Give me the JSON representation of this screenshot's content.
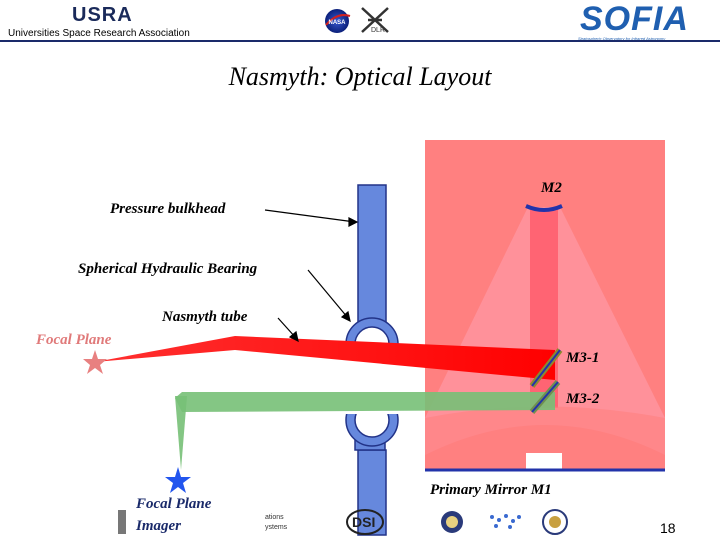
{
  "header": {
    "usra_logo": "USRA",
    "usra_subtitle": "Universities Space Research Association",
    "dlr_label": "DLR",
    "sofia_logo": "SOFIA",
    "sofia_subtitle": "Stratospheric Observatory for Infrared Astronomy"
  },
  "title": "Nasmyth: Optical Layout",
  "labels": {
    "m2": "M2",
    "pressure_bulkhead": "Pressure bulkhead",
    "spherical_bearing": "Spherical Hydraulic Bearing",
    "nasmyth_tube": "Nasmyth tube",
    "focal_plane": "Focal Plane",
    "m3_1": "M3-1",
    "m3_2": "M3-2",
    "focal_plane_imager_line1": "Focal Plane",
    "focal_plane_imager_line2": "Imager",
    "primary_mirror": "Primary Mirror   M1"
  },
  "footer": {
    "partner_text_line1": "ations",
    "partner_text_line2": "ystems",
    "dsi_logo": "DSI",
    "page_number": "18"
  },
  "colors": {
    "telescope_bg": "#ff8080",
    "beam_red": "#ff0000",
    "beam_green": "#6fbf6f",
    "bulkhead_blue": "#6688dd",
    "focal_star_red": "#e88080",
    "imager_star_blue": "#2255ee",
    "rule_navy": "#1a2a6a"
  }
}
